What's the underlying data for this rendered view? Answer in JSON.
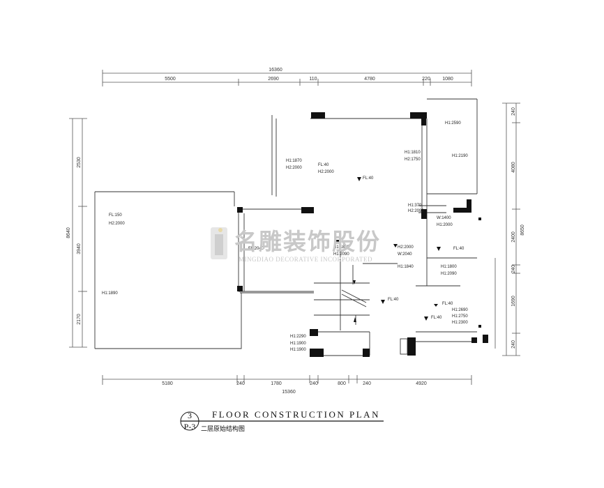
{
  "drawing": {
    "title_en": "FLOOR CONSTRUCTION PLAN",
    "title_cn": "二层原始结构图",
    "sheet_number": "3",
    "sheet_code": "P-3"
  },
  "watermark": {
    "cn": "名雕装饰股份",
    "en": "MINGDIAO DECORATIVE INCORPORATED"
  },
  "dimensions": {
    "top_total": "16360",
    "top": [
      "5500",
      "2690",
      "110",
      "4780",
      "220",
      "1080"
    ],
    "bottom_total": "15360",
    "bottom": [
      "5180",
      "240",
      "1780",
      "240",
      "800",
      "240",
      "4920"
    ],
    "left_total": "8640",
    "left": [
      "2530",
      "3940",
      "2170"
    ],
    "right_total": "8650",
    "right": [
      "240",
      "4080",
      "2400",
      "240",
      "1690",
      "240"
    ]
  },
  "labels": {
    "l1": "FL:150",
    "l2": "H2:2000",
    "l3": "H1:1890",
    "l4": "H1:1870",
    "l5": "H2:2000",
    "l6": "FL:40",
    "l7": "H2:2000",
    "l8": "FL:40",
    "l9": "H1:1810",
    "l10": "H2:1750",
    "l11": "H1:2590",
    "l12": "H1:2190",
    "l13": "H1:370",
    "l14": "H2:2090",
    "l15": "W:1400",
    "l16": "H1:2000",
    "l17": "FL:2040",
    "l18": "H1:1850",
    "l19": "H1:2090",
    "l20": "H2:2000",
    "l21": "W:2040",
    "l22": "H1:1840",
    "l23": "H1:1800",
    "l24": "H1:2090",
    "l25": "H1:2690",
    "l26": "H1:2750",
    "l27": "H1:2300",
    "l28": "H1:2290",
    "l29": "H1:1900",
    "l30": "FL:40",
    "l31": "FL:40",
    "l32": "FL:40",
    "l33": "FL:40",
    "l34": "H1:1900"
  }
}
